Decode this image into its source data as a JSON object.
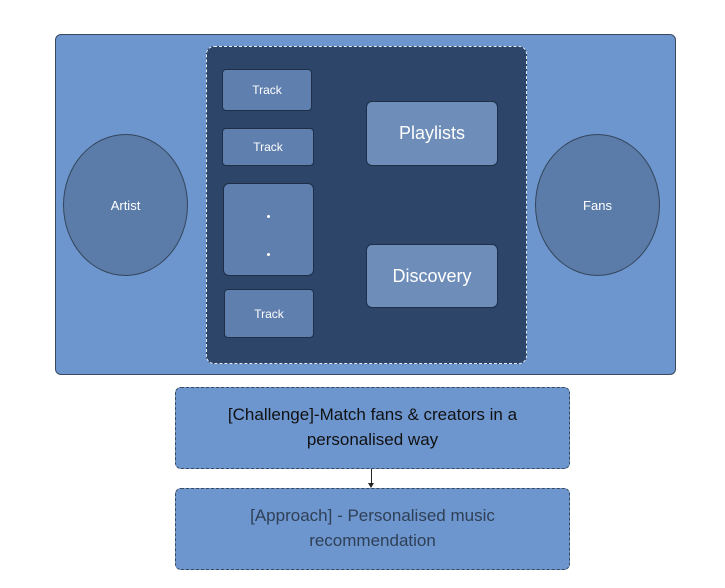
{
  "diagram": {
    "artist_label": "Artist",
    "fans_label": "Fans",
    "tracks": [
      {
        "label": "Track"
      },
      {
        "label": "Track"
      },
      {
        "label": "Track"
      }
    ],
    "playlists_label": "Playlists",
    "discovery_label": "Discovery",
    "challenge_text": "[Challenge]-Match fans & creators in a personalised way",
    "approach_text": "[Approach] - Personalised music recommendation"
  },
  "colors": {
    "outer_panel": "#6d96cf",
    "inner_panel": "#2c4568",
    "ellipse_fill": "#5b7ba8",
    "track_fill": "#5f7fae",
    "big_box_fill": "#6e8db8",
    "challenge_text": "#111111",
    "approach_text": "#2f3f55"
  }
}
